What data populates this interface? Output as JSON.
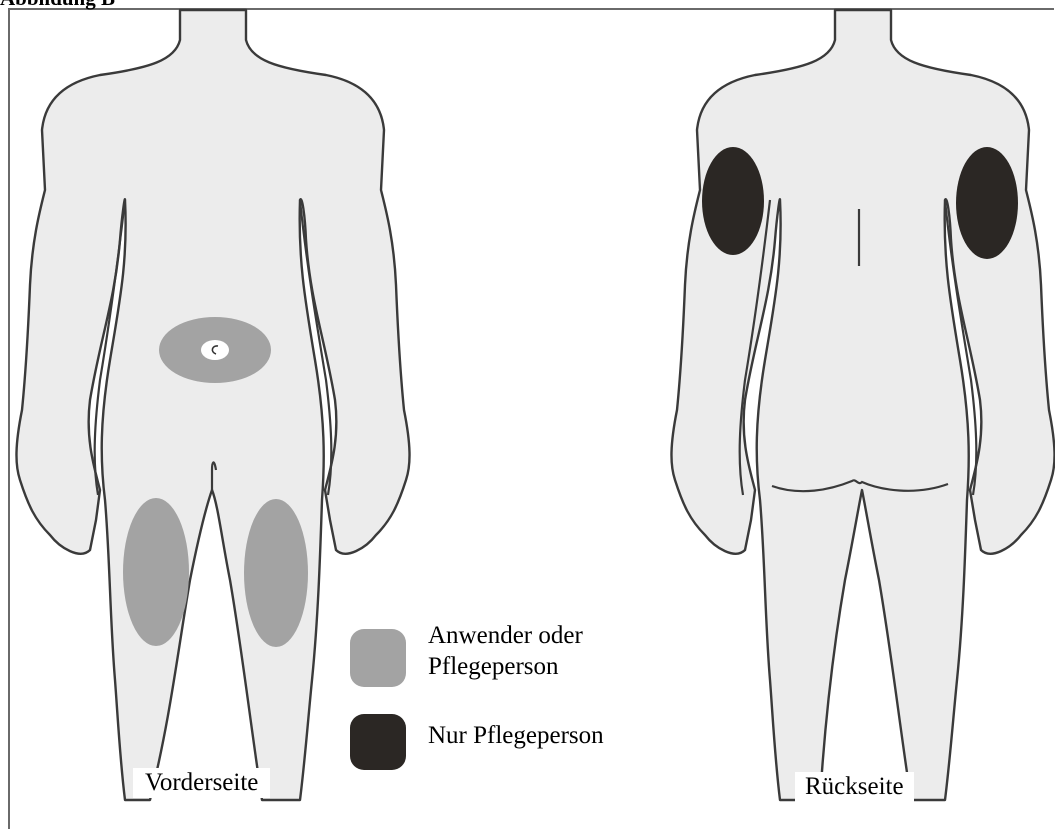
{
  "caption": "Abbildung B",
  "front_label": "Vorderseite",
  "back_label": "Rückseite",
  "legend": [
    {
      "text_line1": "Anwender oder",
      "text_line2": "Pflegeperson",
      "color": "#a3a3a3"
    },
    {
      "text_line1": "Nur Pflegeperson",
      "color": "#2b2724"
    }
  ],
  "colors": {
    "body_fill": "#ececec",
    "outline": "#3a3a3a",
    "zone_user": "#a3a3a3",
    "zone_caregiver": "#2b2724"
  }
}
